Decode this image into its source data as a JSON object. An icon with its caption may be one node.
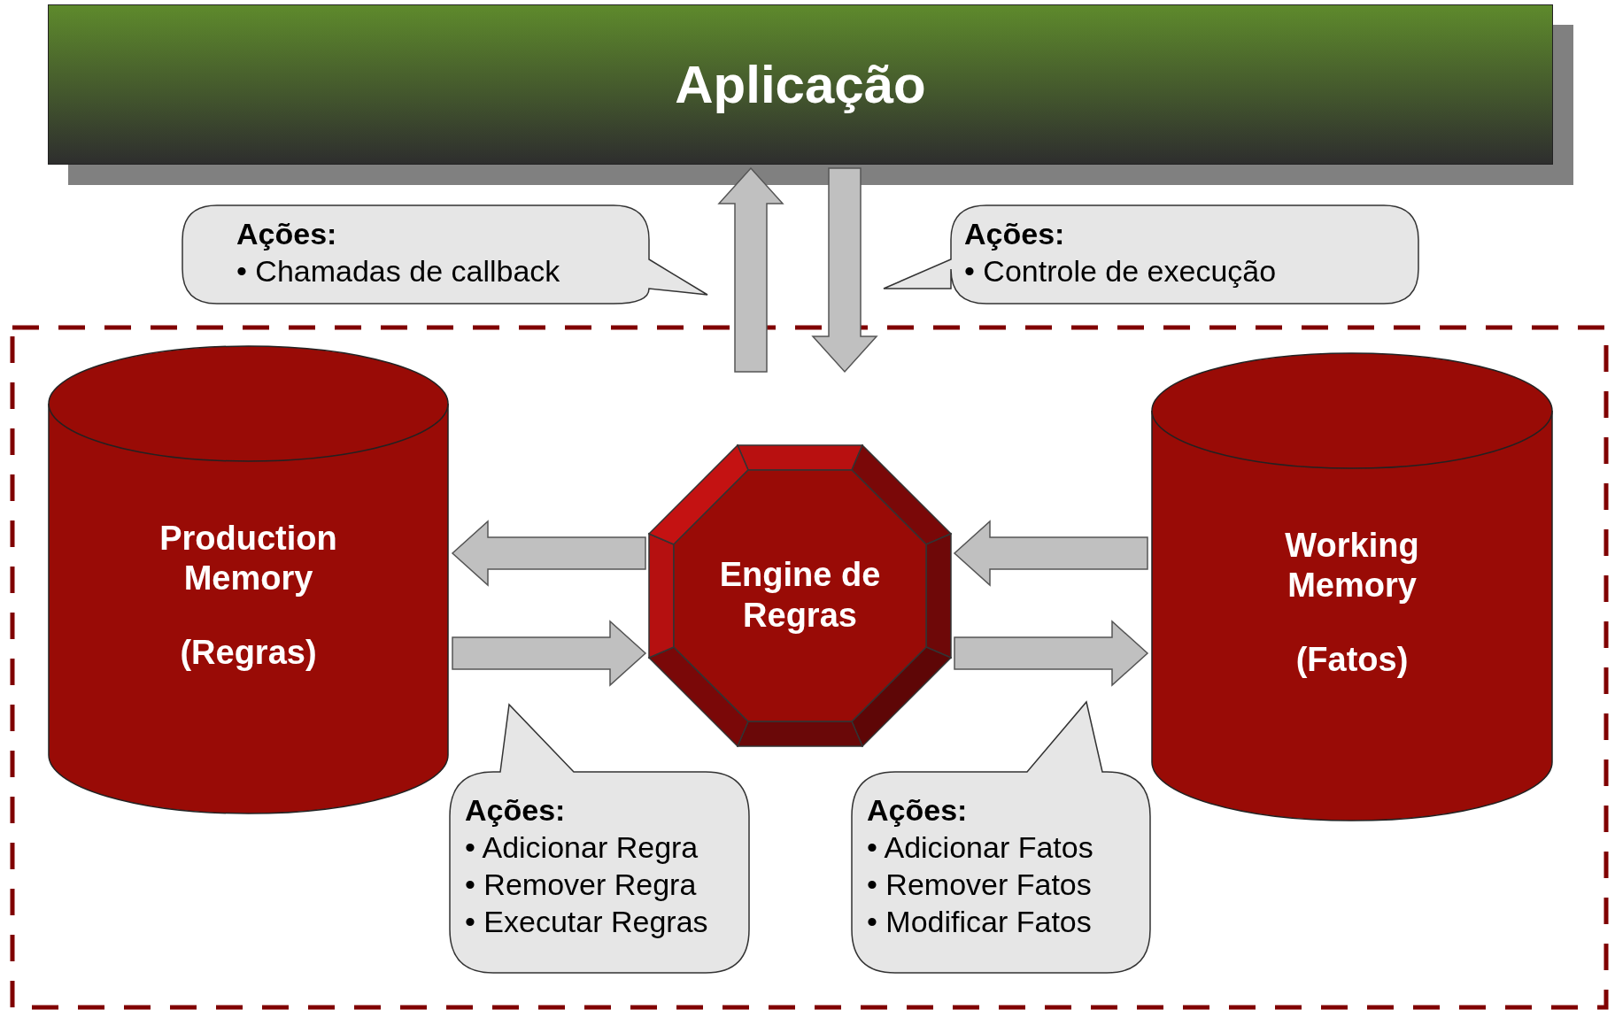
{
  "diagram": {
    "nodes": [
      {
        "text": [
          "Aplicação"
        ]
      },
      {
        "text": [
          "Ações:",
          "• Chamadas de callback"
        ]
      },
      {
        "text": [
          "Ações:",
          "• Controle de execução"
        ]
      },
      {
        "text": [
          "Production Memory",
          "(Regras)"
        ]
      },
      {
        "text": [
          "Engine de Regras"
        ]
      },
      {
        "text": [
          "Working Memory",
          "(Fatos)"
        ]
      },
      {
        "text": [
          "Ações:",
          "• Adicionar Regra",
          "• Remover Regra",
          "• Executar Regras"
        ]
      },
      {
        "text": [
          "Ações:",
          "• Adicionar Fatos",
          "• Remover Fatos",
          "• Modificar Fatos"
        ]
      }
    ],
    "edges": [
      {
        "from": null,
        "to": 0,
        "arrow": "to"
      },
      {
        "from": 0,
        "to": null,
        "arrow": "to"
      },
      {
        "from": 4,
        "to": 3,
        "arrow": "to"
      },
      {
        "from": 3,
        "to": 4,
        "arrow": "to"
      },
      {
        "from": 5,
        "to": 4,
        "arrow": "to"
      },
      {
        "from": 4,
        "to": 5,
        "arrow": "to"
      }
    ]
  }
}
